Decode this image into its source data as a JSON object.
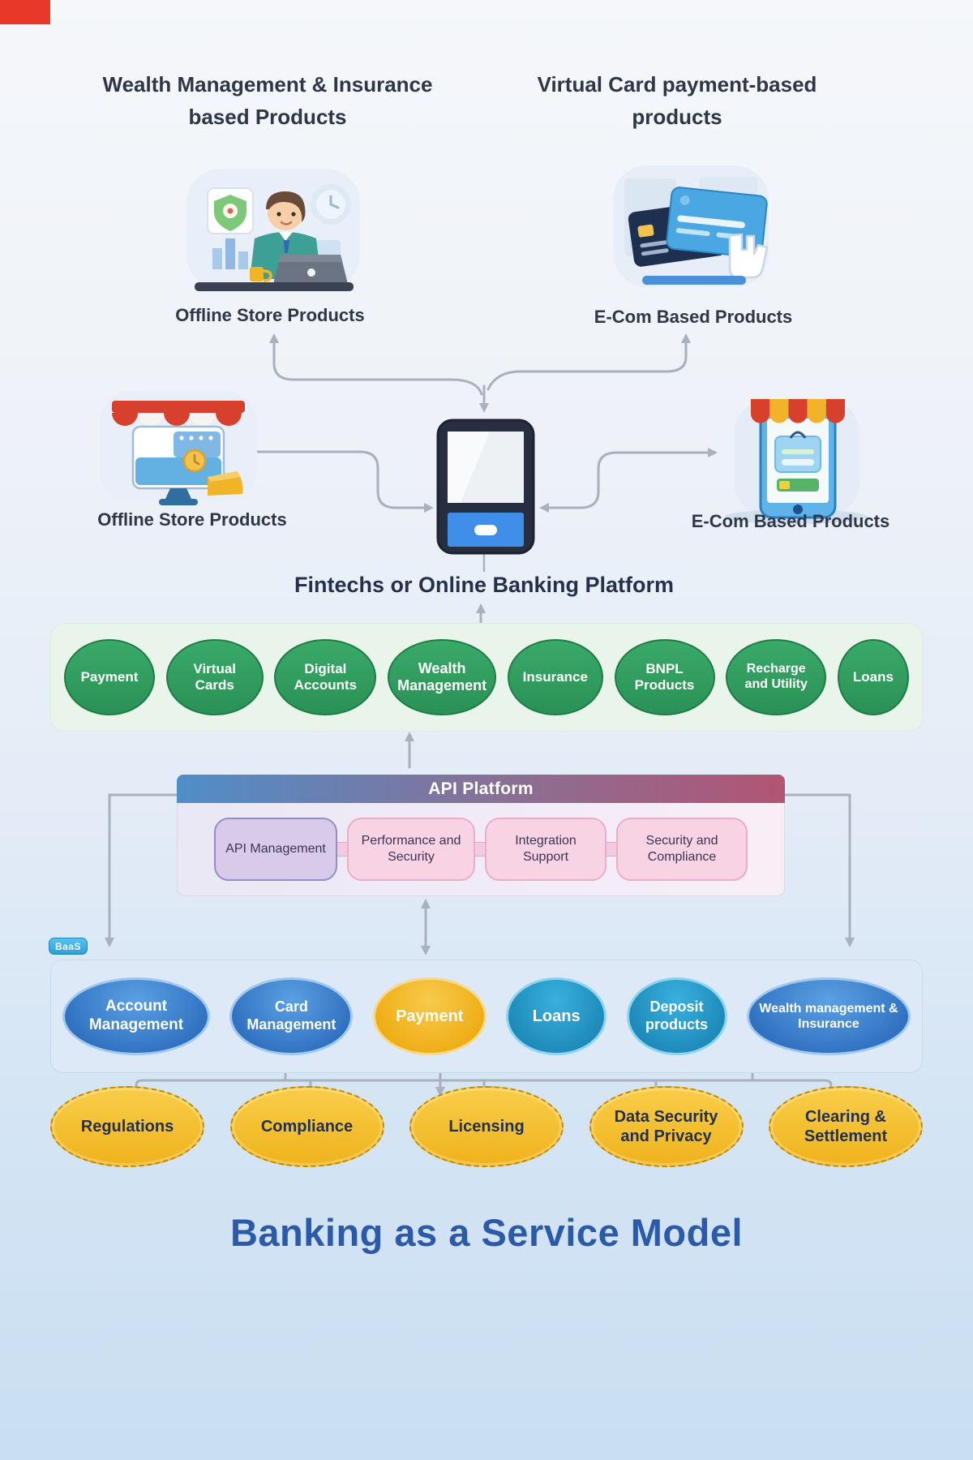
{
  "page": {
    "bottom_title": "Banking as a Service Model",
    "title_color": "#2b5ba8"
  },
  "top": {
    "left_heading_line1": "Wealth Management & Insurance",
    "left_heading_line2": "based Products",
    "right_heading_line1": "Virtual Card payment-based",
    "right_heading_line2": "products",
    "left_caption": "Offline Store Products",
    "right_caption": "E-Com Based Products"
  },
  "middle": {
    "left_caption": "Offline Store Products",
    "center_caption": "Fintechs or Online Banking Platform",
    "right_caption": "E-Com Based Products"
  },
  "services_band": {
    "band_color": "#e9f5ea",
    "oval_color": "#2f9e5f",
    "items": [
      "Payment",
      "Virtual Cards",
      "Digital Accounts",
      "Wealth Management",
      "Insurance",
      "BNPL Products",
      "Recharge and Utility",
      "Loans"
    ]
  },
  "api_platform": {
    "title": "API Platform",
    "gradient_start": "#4f8ec8",
    "gradient_end": "#b25573",
    "boxes": [
      "API Management",
      "Performance and Security",
      "Integration Support",
      "Security and Compliance"
    ]
  },
  "baas_badge": {
    "label": "BaaS"
  },
  "core_band": {
    "items": [
      {
        "label": "Account Management",
        "variant": "blue",
        "color": "#2e6fbe"
      },
      {
        "label": "Card Management",
        "variant": "blue",
        "color": "#2e6fbe"
      },
      {
        "label": "Payment",
        "variant": "yellow",
        "color": "#eeab10"
      },
      {
        "label": "Loans",
        "variant": "teal",
        "color": "#1b87b6"
      },
      {
        "label": "Deposit products",
        "variant": "teal",
        "color": "#1b87b6"
      },
      {
        "label": "Wealth management & Insurance",
        "variant": "blue",
        "color": "#2e6fbe"
      }
    ]
  },
  "compliance_row": {
    "oval_color": "#efb31c",
    "items": [
      "Regulations",
      "Compliance",
      "Licensing",
      "Data Security and Privacy",
      "Clearing & Settlement"
    ]
  },
  "icons": {
    "left_top_illustration": "person-at-laptop-illustration",
    "right_top_illustration": "virtual-cards-illustration",
    "left_mid_illustration": "offline-store-monitor-illustration",
    "right_mid_illustration": "ecom-store-tablet-illustration",
    "center_illustration": "banking-phone-illustration"
  }
}
